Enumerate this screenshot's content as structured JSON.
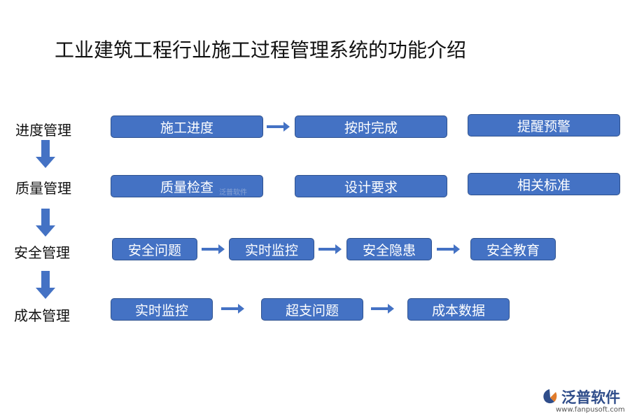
{
  "title": "工业建筑工程行业施工过程管理系统的功能介绍",
  "rows": [
    {
      "label": "进度管理",
      "boxes": [
        "施工进度",
        "按时完成",
        "提醒预警"
      ]
    },
    {
      "label": "质量管理",
      "boxes": [
        "质量检查",
        "设计要求",
        "相关标准"
      ]
    },
    {
      "label": "安全管理",
      "boxes": [
        "安全问题",
        "实时监控",
        "安全隐患",
        "安全教育"
      ]
    },
    {
      "label": "成本管理",
      "boxes": [
        "实时监控",
        "超支问题",
        "成本数据"
      ]
    }
  ],
  "watermark": "泛普软件",
  "logo": {
    "name": "泛普软件",
    "url": "www.fanpusoft.com"
  },
  "colors": {
    "box_fill": "#4472c4",
    "box_border": "#2f528f",
    "arrow": "#4472c4"
  }
}
